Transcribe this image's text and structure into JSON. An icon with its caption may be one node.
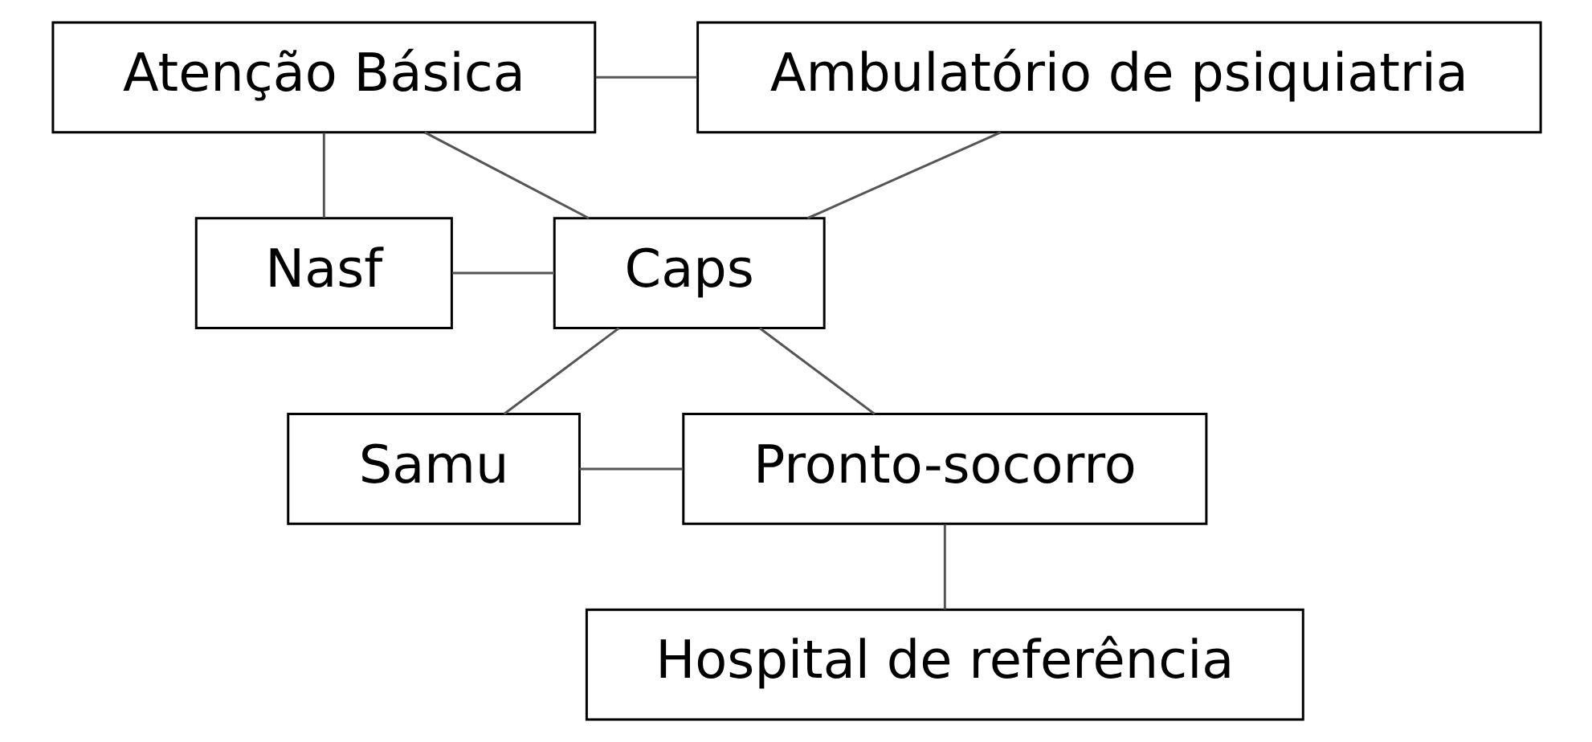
{
  "diagram": {
    "nodes": [
      {
        "text": [
          "Atenção Básica"
        ]
      },
      {
        "text": [
          "Ambulatório de psiquiatria"
        ]
      },
      {
        "text": [
          "Nasf"
        ]
      },
      {
        "text": [
          "Caps"
        ]
      },
      {
        "text": [
          "Samu"
        ]
      },
      {
        "text": [
          "Pronto-socorro"
        ]
      },
      {
        "text": [
          "Hospital de referência"
        ]
      }
    ],
    "edges": [
      {
        "from": 0,
        "to": 1,
        "arrow": "none"
      },
      {
        "from": 0,
        "to": 2,
        "arrow": "none"
      },
      {
        "from": 0,
        "to": 3,
        "arrow": "none"
      },
      {
        "from": 1,
        "to": 3,
        "arrow": "none"
      },
      {
        "from": 2,
        "to": 3,
        "arrow": "none"
      },
      {
        "from": 3,
        "to": 4,
        "arrow": "none"
      },
      {
        "from": 3,
        "to": 5,
        "arrow": "none"
      },
      {
        "from": 4,
        "to": 5,
        "arrow": "none"
      },
      {
        "from": 5,
        "to": 6,
        "arrow": "none"
      }
    ]
  }
}
